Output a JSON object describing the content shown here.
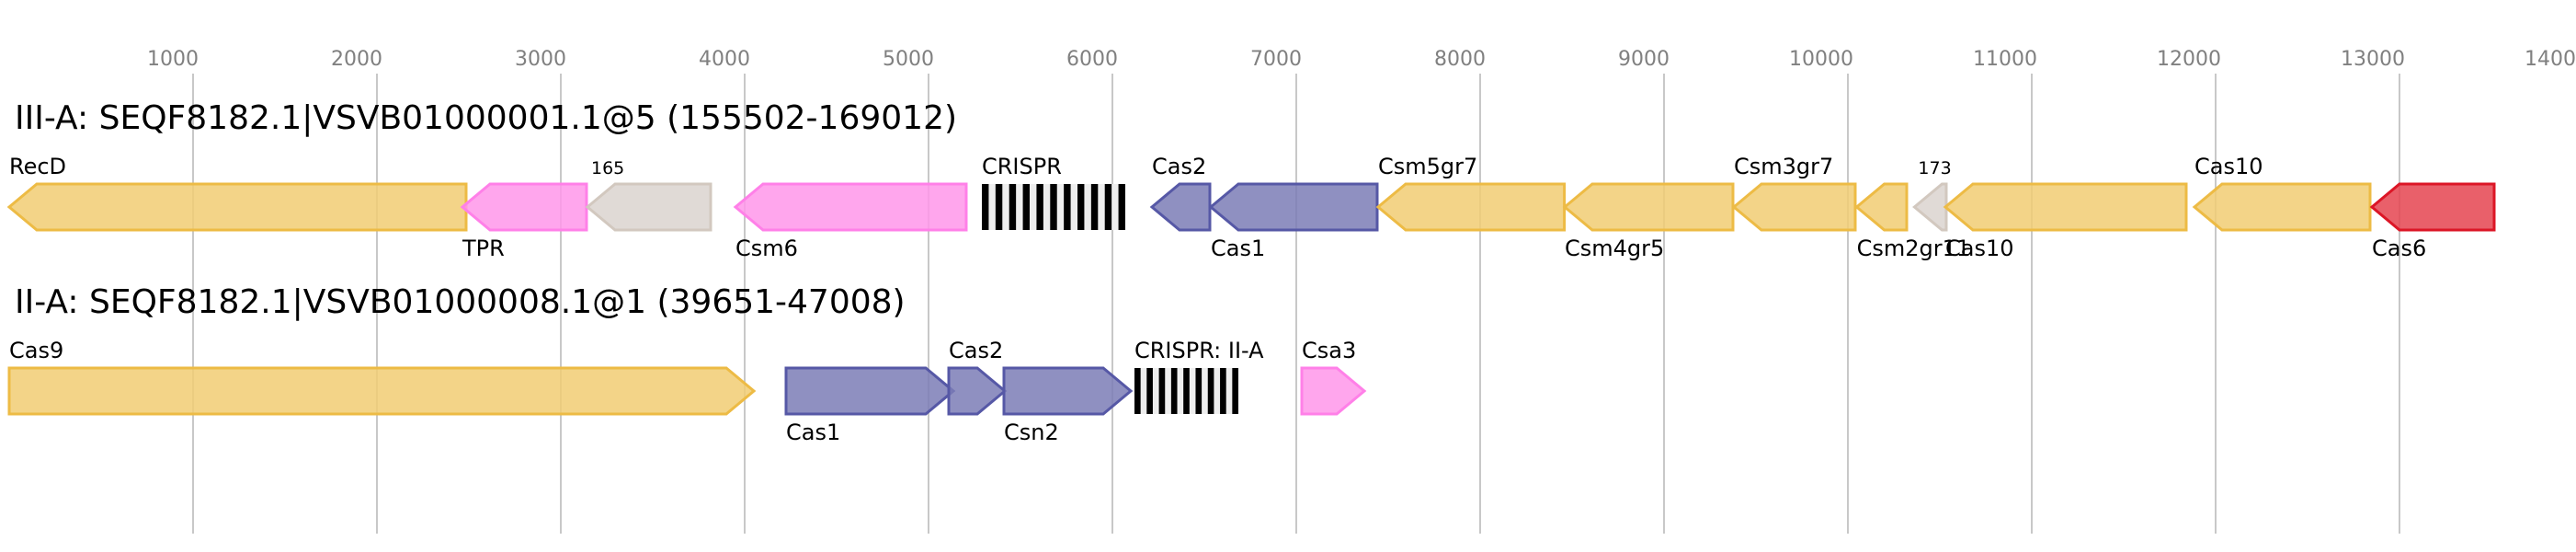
{
  "axis": {
    "ticks": [
      1000,
      2000,
      3000,
      4000,
      5000,
      6000,
      7000,
      8000,
      9000,
      10000,
      11000,
      12000,
      13000,
      14000
    ],
    "tick_labels": [
      "1000",
      "2000",
      "3000",
      "4000",
      "5000",
      "6000",
      "7000",
      "8000",
      "9000",
      "10000",
      "11000",
      "12000",
      "13000",
      "14000"
    ]
  },
  "colors": {
    "gold": {
      "fill": "#f1cc73",
      "stroke": "#edbb45"
    },
    "pink": {
      "fill": "#ff96ea",
      "stroke": "#ff80e8"
    },
    "gray": {
      "fill": "#dbd3cf",
      "stroke": "#d2c8bf"
    },
    "blue": {
      "fill": "#7b7db6",
      "stroke": "#5658a6"
    },
    "red": {
      "fill": "#e54450",
      "stroke": "#dc1626"
    },
    "crispr_bar": "#000000",
    "crispr_gap": "#eeeeee"
  },
  "tracks": [
    {
      "title": "III-A: SEQF8182.1|VSVB01000001.1@5 (155502-169012)",
      "features": [
        {
          "type": "gene",
          "label": "RecD",
          "start": 0,
          "end": 2485,
          "strand": "-",
          "color": "gold",
          "label_pos": "above"
        },
        {
          "type": "gene",
          "label": "TPR",
          "start": 2465,
          "end": 3140,
          "strand": "-",
          "color": "pink",
          "label_pos": "below"
        },
        {
          "type": "gene",
          "label": "165",
          "start": 3145,
          "end": 3815,
          "strand": "-",
          "color": "gray",
          "label_pos": "above",
          "small": true
        },
        {
          "type": "gene",
          "label": "Csm6",
          "start": 3950,
          "end": 5205,
          "strand": "-",
          "color": "pink",
          "label_pos": "below"
        },
        {
          "type": "crispr",
          "label": "CRISPR",
          "start": 5290,
          "end": 6070,
          "repeats": 11,
          "label_pos": "above"
        },
        {
          "type": "gene",
          "label": "Cas2",
          "start": 6215,
          "end": 6530,
          "strand": "-",
          "color": "blue",
          "label_pos": "above"
        },
        {
          "type": "gene",
          "label": "Cas1",
          "start": 6535,
          "end": 7440,
          "strand": "-",
          "color": "blue",
          "label_pos": "below"
        },
        {
          "type": "gene",
          "label": "Csm5gr7",
          "start": 7445,
          "end": 8458,
          "strand": "-",
          "color": "gold",
          "label_pos": "above"
        },
        {
          "type": "gene",
          "label": "Csm4gr5",
          "start": 8460,
          "end": 9375,
          "strand": "-",
          "color": "gold",
          "label_pos": "below"
        },
        {
          "type": "gene",
          "label": "Csm3gr7",
          "start": 9380,
          "end": 10040,
          "strand": "-",
          "color": "gold",
          "label_pos": "above"
        },
        {
          "type": "gene",
          "label": "Csm2gr11",
          "start": 10048,
          "end": 10320,
          "strand": "-",
          "color": "gold",
          "label_pos": "below"
        },
        {
          "type": "gene",
          "label": "173",
          "start": 10362,
          "end": 10535,
          "strand": "-",
          "color": "gray",
          "label_pos": "above",
          "small": true
        },
        {
          "type": "gene",
          "label": "Cas10",
          "start": 10530,
          "end": 11840,
          "strand": "-",
          "color": "gold",
          "label_pos": "below"
        },
        {
          "type": "gene",
          "label": "Cas10",
          "start": 11885,
          "end": 12840,
          "strand": "-",
          "color": "gold",
          "label_pos": "above"
        },
        {
          "type": "gene",
          "label": "Cas6",
          "start": 12850,
          "end": 13515,
          "strand": "-",
          "color": "red",
          "label_pos": "below"
        }
      ]
    },
    {
      "title": "II-A: SEQF8182.1|VSVB01000008.1@1 (39651-47008)",
      "features": [
        {
          "type": "gene",
          "label": "Cas9",
          "start": 0,
          "end": 4050,
          "strand": "+",
          "color": "gold",
          "label_pos": "above"
        },
        {
          "type": "gene",
          "label": "Cas1",
          "start": 4225,
          "end": 5135,
          "strand": "+",
          "color": "blue",
          "label_pos": "below"
        },
        {
          "type": "gene",
          "label": "Cas2",
          "start": 5110,
          "end": 5415,
          "strand": "+",
          "color": "blue",
          "label_pos": "above"
        },
        {
          "type": "gene",
          "label": "Csn2",
          "start": 5410,
          "end": 6100,
          "strand": "+",
          "color": "blue",
          "label_pos": "below"
        },
        {
          "type": "crispr",
          "label": "CRISPR: II-A",
          "start": 6120,
          "end": 6685,
          "repeats": 9,
          "label_pos": "above"
        },
        {
          "type": "gene",
          "label": "Csa3",
          "start": 7030,
          "end": 7370,
          "strand": "+",
          "color": "pink",
          "label_pos": "above"
        }
      ]
    }
  ]
}
